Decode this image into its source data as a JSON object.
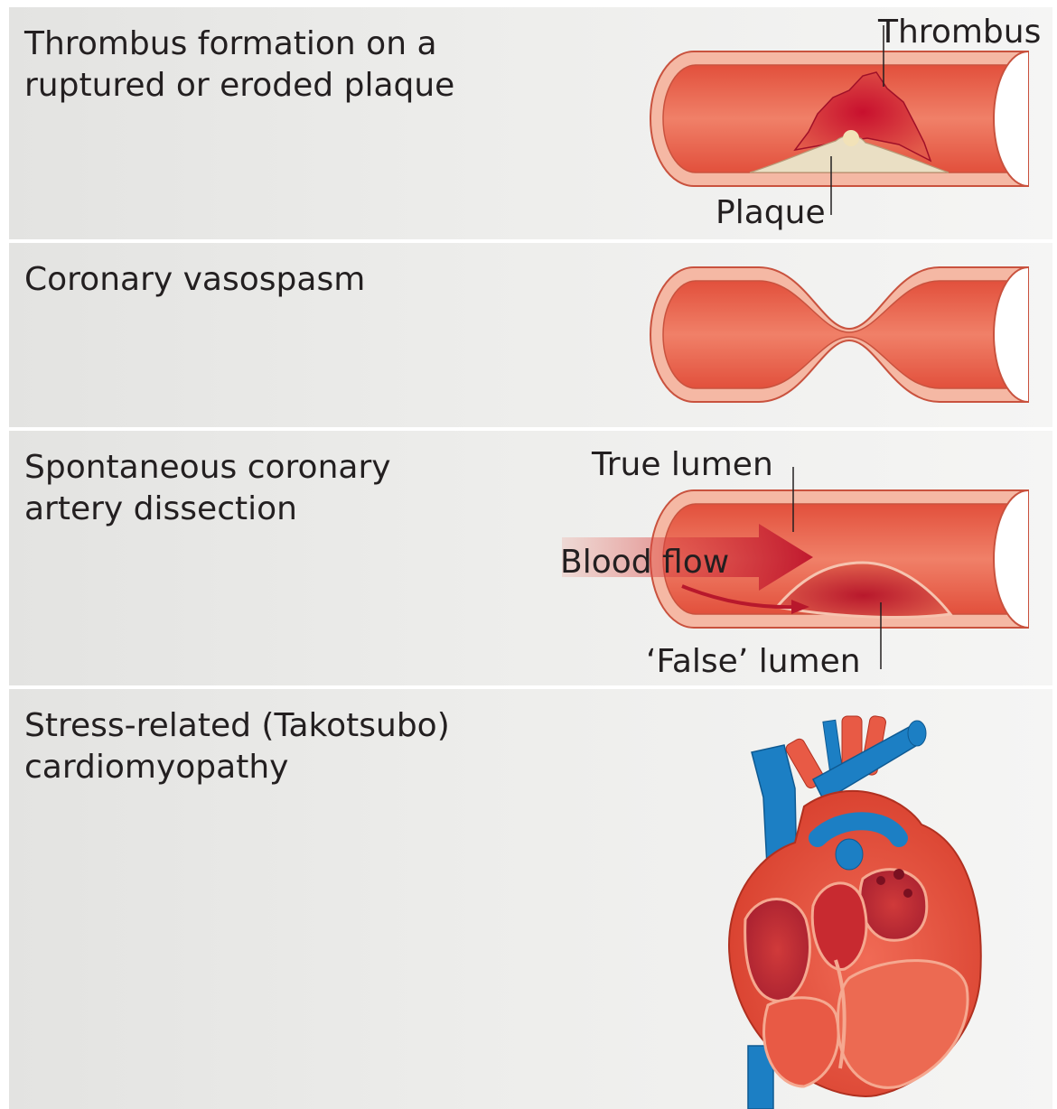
{
  "panels": [
    {
      "title_lines": [
        "Thrombus formation on a",
        "ruptured or eroded plaque"
      ],
      "labels": {
        "thrombus": "Thrombus",
        "plaque": "Plaque"
      }
    },
    {
      "title_lines": [
        "Coronary vasospasm"
      ]
    },
    {
      "title_lines": [
        "Spontaneous coronary",
        "artery dissection"
      ],
      "labels": {
        "true_lumen": "True lumen",
        "blood_flow": "Blood flow",
        "false_lumen": "‘False’ lumen"
      }
    },
    {
      "title_lines": [
        "Stress-related (Takotsubo)",
        "cardiomyopathy"
      ]
    }
  ],
  "colors": {
    "vessel_outer": "#f5b4a0",
    "vessel_lumen": "#e6604a",
    "thrombus": "#c0182e",
    "plaque": "#e8dcc0",
    "vein_blue": "#1c7fc4",
    "heart_red": "#e84a3a"
  }
}
